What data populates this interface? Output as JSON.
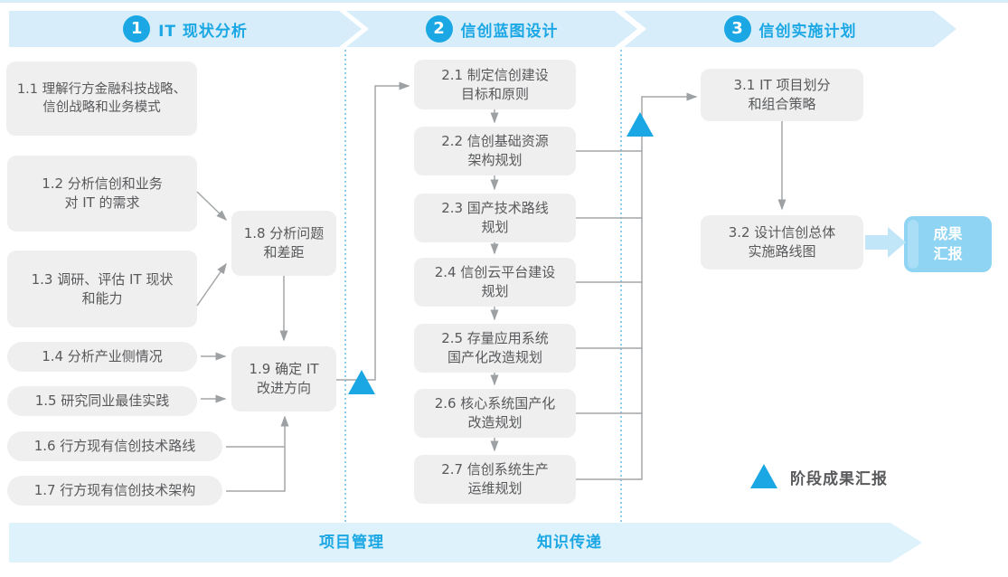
{
  "colors": {
    "accent_blue": "#1aa7e4",
    "band_fill": "#d7eefa",
    "band_fill_bottom": "#def2fb",
    "node_fill": "#efefef",
    "node_text": "#58595b",
    "connector": "#a3a6a9",
    "result_fill": "#8fd4f2",
    "fat_arrow": "#c1e6f8"
  },
  "phases": [
    {
      "number": "1",
      "title": "IT 现状分析"
    },
    {
      "number": "2",
      "title": "信创蓝图设计"
    },
    {
      "number": "3",
      "title": "信创实施计划"
    }
  ],
  "phase1": {
    "n11": {
      "line1": "1.1 理解行方金融科技战略、",
      "line2": "信创战略和业务模式"
    },
    "n12": {
      "line1": "1.2 分析信创和业务",
      "line2": "对 IT 的需求"
    },
    "n13": {
      "line1": "1.3 调研、评估 IT 现状",
      "line2": "和能力"
    },
    "n14": {
      "line1": "1.4 分析产业侧情况"
    },
    "n15": {
      "line1": "1.5 研究同业最佳实践"
    },
    "n16": {
      "line1": "1.6 行方现有信创技术路线"
    },
    "n17": {
      "line1": "1.7 行方现有信创技术架构"
    },
    "n18": {
      "line1": "1.8 分析问题",
      "line2": "和差距"
    },
    "n19": {
      "line1": "1.9 确定 IT",
      "line2": "改进方向"
    }
  },
  "phase2": {
    "n21": {
      "line1": "2.1 制定信创建设",
      "line2": "目标和原则"
    },
    "n22": {
      "line1": "2.2 信创基础资源",
      "line2": "架构规划"
    },
    "n23": {
      "line1": "2.3 国产技术路线",
      "line2": "规划"
    },
    "n24": {
      "line1": "2.4 信创云平台建设",
      "line2": "规划"
    },
    "n25": {
      "line1": "2.5 存量应用系统",
      "line2": "国产化改造规划"
    },
    "n26": {
      "line1": "2.6 核心系统国产化",
      "line2": "改造规划"
    },
    "n27": {
      "line1": "2.7 信创系统生产",
      "line2": "运维规划"
    }
  },
  "phase3": {
    "n31": {
      "line1": "3.1 IT 项目划分",
      "line2": "和组合策略"
    },
    "n32": {
      "line1": "3.2 设计信创总体",
      "line2": "实施路线图"
    },
    "result": {
      "line1": "成果",
      "line2": "汇报"
    }
  },
  "legend": {
    "label": "阶段成果汇报"
  },
  "bottom_band": {
    "left_label": "项目管理",
    "right_label": "知识传递"
  }
}
